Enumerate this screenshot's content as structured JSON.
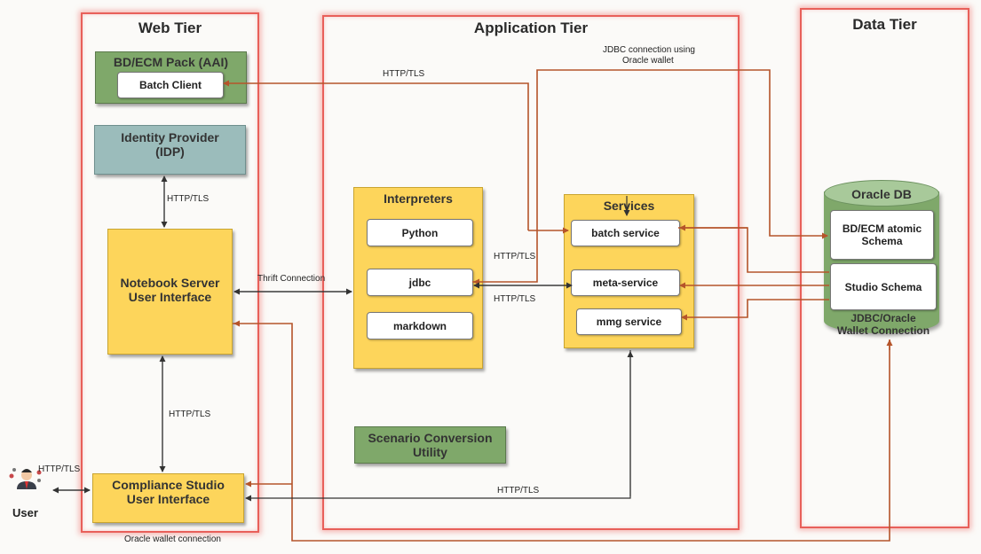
{
  "tiers": {
    "web": "Web Tier",
    "app": "Application Tier",
    "data": "Data Tier"
  },
  "web": {
    "pack_title": "BD/ECM Pack (AAI)",
    "batch_client": "Batch Client",
    "idp_line1": "Identity Provider",
    "idp_line2": "(IDP)",
    "notebook_line1": "Notebook Server",
    "notebook_line2": "User Interface",
    "studio_line1": "Compliance Studio",
    "studio_line2": "User Interface"
  },
  "app": {
    "interpreters_title": "Interpreters",
    "interpreters": [
      "Python",
      "jdbc",
      "markdown"
    ],
    "services_title": "Services",
    "services": [
      "batch service",
      "meta-service",
      "mmg service"
    ],
    "scenario_line1": "Scenario Conversion",
    "scenario_line2": "Utility"
  },
  "data": {
    "db_title": "Oracle DB",
    "atomic_line1": "BD/ECM atomic",
    "atomic_line2": "Schema",
    "studio_schema": "Studio Schema",
    "wallet_line1": "JDBC/Oracle",
    "wallet_line2": "Wallet Connection"
  },
  "labels": {
    "http_tls": "HTTP/TLS",
    "thrift": "Thrift Connection",
    "jdbc_wallet_line1": "JDBC connection using",
    "jdbc_wallet_line2": "Oracle wallet",
    "oracle_wallet_conn": "Oracle wallet connection",
    "user": "User"
  },
  "colors": {
    "orange_wire": "#b5542a",
    "black_wire": "#333333",
    "green_box": "#7fa86a",
    "yellow_box": "#fdd55b",
    "teal_box": "#9bbcbb",
    "tier_border": "#e8605a"
  }
}
